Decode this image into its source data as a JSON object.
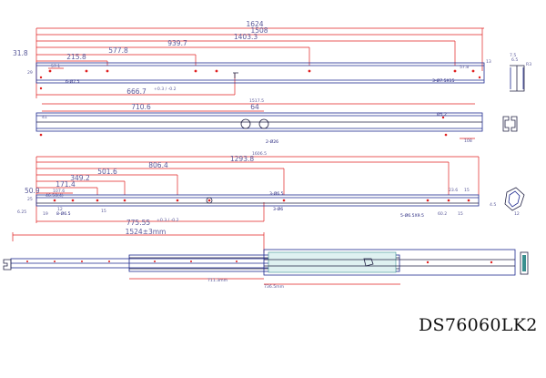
{
  "model_code": "DS76060LK2",
  "view1": {
    "overall_top": "1624",
    "overall": "1508",
    "d1403": "1403.3",
    "d939": "939.7",
    "d577": "577.8",
    "d215": "215.8",
    "d57_left": "57.1",
    "d57_right": "57.8",
    "left_offset": "31.8",
    "height_left": "29",
    "right_height": "13",
    "half": "666.7",
    "half_sub": "+0.3 / -0.2",
    "hole_left": "6-Ø7.5",
    "hole_right": "3-Ø7.5X15",
    "side_a": "7.5",
    "side_b": "6.5",
    "side_c": "R3"
  },
  "view2": {
    "overall": "1517.5",
    "d710": "710.6",
    "d64": "64",
    "hole": "2-Ø26",
    "left_small": "41",
    "right_small": "Ø5.2",
    "right_b": "108"
  },
  "view3": {
    "overall_top": "1606.5",
    "d1293": "1293.8",
    "d806": "806.4",
    "d501": "501.6",
    "d349": "349.2",
    "d171": "171.4",
    "d107": "107.6",
    "d50": "50.9",
    "d46": "46.50(4)",
    "d25": "25",
    "d6": "6.25",
    "d19": "19",
    "d15": "15",
    "half": "775.55",
    "half_sub": "+0.3 / -0.2",
    "hole_a": "8-Ø6.5",
    "hole_b": "3-Ø6.5",
    "hole_c": "5-Ø6.5X9.5",
    "hole_mid": "3-Ø6",
    "d12": "12",
    "r_a": "23.6",
    "r_b": "15",
    "r_c": "60.2",
    "r_d": "15",
    "r_e": "4.5",
    "r_f": "12"
  },
  "view4": {
    "extension": "1524±3mm",
    "a": "711.3mm",
    "b": "736.5mm"
  }
}
